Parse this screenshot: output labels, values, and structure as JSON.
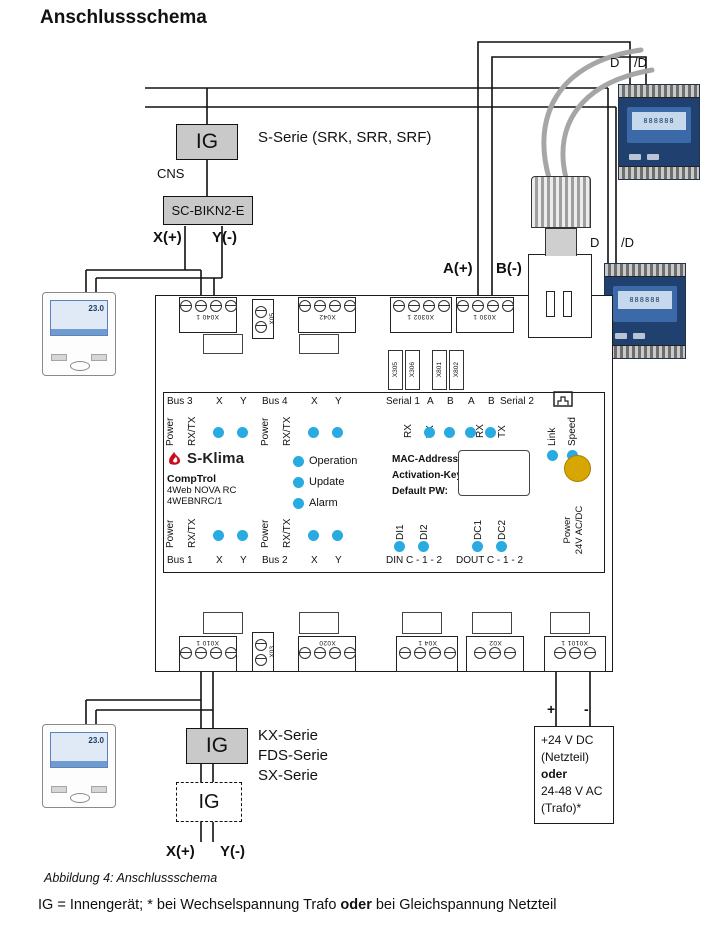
{
  "title": "Anschlussschema",
  "caption": "Abbildung 4: Anschlussschema",
  "footnote": {
    "part1": "IG = Innengerät; * bei Wechselspannung Trafo ",
    "bold": "oder",
    "part2": " bei Gleichspannung Netzteil"
  },
  "colors": {
    "terminal_blue": "#29abe2",
    "logo_red": "#cc0a1e",
    "led_yellow": "#d7a600",
    "meter_navy": "#20416f",
    "box_gray": "#c9c9c9"
  },
  "icons": {
    "ethernet": "ethernet-port-icon",
    "flame": "s-klima-flame-icon",
    "screw": "screw-terminal-icon",
    "plug": "cable-plug-icon"
  },
  "top_section": {
    "ig": "IG",
    "series": "S-Serie (SRK, SRR, SRF)",
    "cns": "CNS",
    "adapter": "SC-BIKN2-E",
    "x": "X(+)",
    "y": "Y(-)"
  },
  "ab_labels": {
    "a": "A(+)",
    "b": "B(-)"
  },
  "meters": {
    "d": "D",
    "sd": "/D",
    "display": "888888"
  },
  "remote": {
    "display": "23.0"
  },
  "device": {
    "top_labels": {
      "bus3": "Bus 3",
      "x3": "X",
      "y3": "Y",
      "bus4": "Bus 4",
      "x4": "X",
      "y4": "Y",
      "serial1": "Serial 1",
      "a1": "A",
      "b1": "B",
      "a2": "A",
      "b2": "B",
      "serial2": "Serial 2"
    },
    "vlabels": {
      "power": "Power",
      "rxtx": "RX/TX",
      "rx": "RX",
      "tx": "TX",
      "link": "Link",
      "speed": "Speed"
    },
    "bottom_labels": {
      "bus1": "Bus 1",
      "x1": "X",
      "y1": "Y",
      "bus2": "Bus 2",
      "x2": "X",
      "y2": "Y",
      "din": "DIN C - 1 - 2",
      "dout": "DOUT C - 1 - 2"
    },
    "io": {
      "di1": "DI1",
      "di2": "DI2",
      "dc1": "DC1",
      "dc2": "DC2"
    },
    "power_label": {
      "line1": "Power",
      "line2": "24V AC/DC"
    },
    "logo": "S-Klima",
    "product": {
      "line1": "CompTrol",
      "line2": "4Web NOVA RC",
      "line3": "4WEBNRC/1"
    },
    "leds": {
      "operation": "Operation",
      "update": "Update",
      "alarm": "Alarm"
    },
    "info": {
      "mac": "MAC-Address:",
      "key": "Activation-Key:",
      "pw": "Default PW:"
    },
    "terminals": {
      "t_x040": "X040 1",
      "t_x05": "X05",
      "t_x042": "X042",
      "t_x0302": "X0302 1",
      "t_x030": "X030 1",
      "small1": "X305",
      "small2": "X306",
      "small3": "X801",
      "small4": "X802",
      "b_x010": "X010 1",
      "b_x03": "X03",
      "b_x020": "X020",
      "b_x04": "X04 1",
      "b_x02": "X02",
      "b_x0101": "X0101 1"
    }
  },
  "bottom_section": {
    "ig": "IG",
    "ig_dashed": "IG",
    "series1": "KX-Serie",
    "series2": "FDS-Serie",
    "series3": "SX-Serie",
    "x": "X(+)",
    "y": "Y(-)",
    "psu": {
      "plus": "+",
      "minus": "-",
      "l1": "+24 V DC",
      "l2": "(Netzteil)",
      "l3": "oder",
      "l4": "24-48 V AC",
      "l5": "(Trafo)*"
    }
  }
}
